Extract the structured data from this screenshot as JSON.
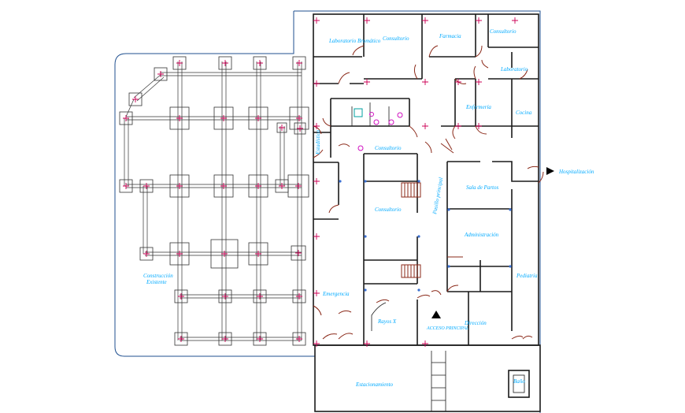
{
  "labels": {
    "laboratorio_bromatico": "Laboratorio Bromático",
    "consultorio_1": "Consultorio",
    "farmacia": "Farmacia",
    "consultorio_2": "Consultorio",
    "laboratorio": "Laboratorio",
    "enfermeria": "Enfermería",
    "cocina": "Cocina",
    "consultorio_3": "Consultorio",
    "estadistica": "Estadística",
    "consultorio_4": "Consultorio",
    "pasillo_principal": "Pasillo principal",
    "sala_de_partos": "Sala de Partos",
    "hospitalizacion": "Hospitalización",
    "administracion": "Administración",
    "pediatria": "Pediatría",
    "emergencia": "Emergencia",
    "rayos_x": "Rayos X",
    "acceso_principal": "ACCESO PRINCIPAL",
    "direccion": "Dirección",
    "estacionamiento": "Estacionamiento",
    "bano": "Baño",
    "construccion_existente_1": "Construcción",
    "construccion_existente_2": "Existente"
  }
}
